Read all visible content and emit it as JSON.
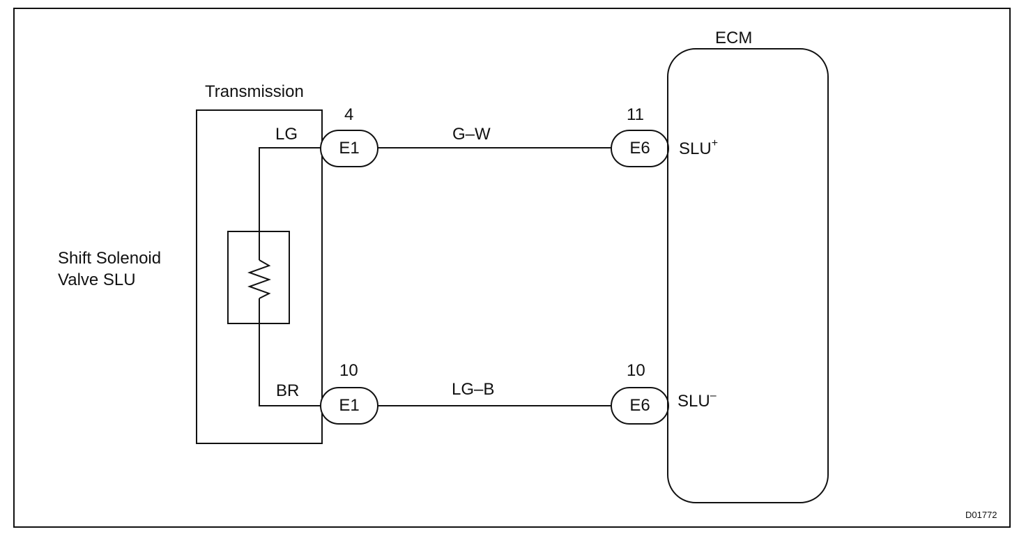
{
  "diagram": {
    "ecm_title": "ECM",
    "transmission_title": "Transmission",
    "solenoid_label_line1": "Shift Solenoid",
    "solenoid_label_line2": "Valve SLU",
    "figure_code": "D01772",
    "wires": {
      "upper_transmission_side": "LG",
      "lower_transmission_side": "BR",
      "upper_harness": "G–W",
      "lower_harness": "LG–B"
    },
    "connectors": {
      "upper_left": {
        "name": "E1",
        "pin": "4"
      },
      "lower_left": {
        "name": "E1",
        "pin": "10"
      },
      "upper_right": {
        "name": "E6",
        "pin": "11"
      },
      "lower_right": {
        "name": "E6",
        "pin": "10"
      }
    },
    "ecm_terminals": {
      "upper": {
        "base": "SLU",
        "sign": "+"
      },
      "lower": {
        "base": "SLU",
        "sign": "–"
      }
    }
  }
}
